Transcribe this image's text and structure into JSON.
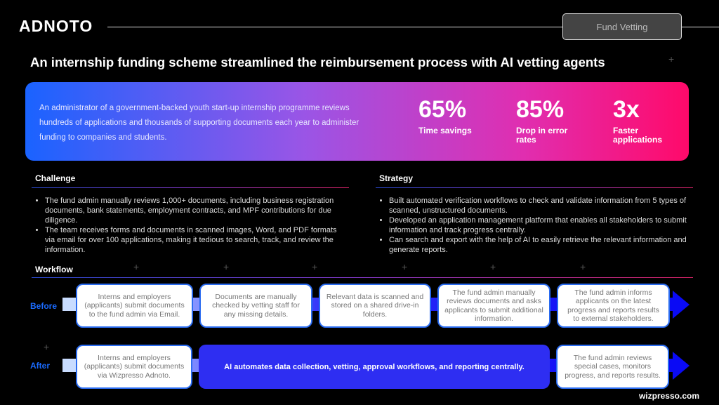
{
  "header": {
    "logo": "ADNOTO",
    "tag": "Fund Vetting"
  },
  "title": "An internship funding scheme streamlined the reimbursement process with AI vetting agents",
  "hero": {
    "description": "An administrator of a government-backed youth start-up internship programme reviews hundreds of applications and thousands of supporting documents each year to administer funding to companies and students.",
    "stats": [
      {
        "value": "65%",
        "label": "Time savings"
      },
      {
        "value": "85%",
        "label": "Drop in error rates"
      },
      {
        "value": "3x",
        "label": "Faster applications"
      }
    ]
  },
  "challenge": {
    "heading": "Challenge",
    "bullets": [
      "The fund admin manually reviews 1,000+ documents, including business registration documents, bank statements, employment contracts, and MPF contributions for due diligence.",
      "The team receives forms and documents in scanned images, Word, and PDF formats via email for over 100 applications, making it tedious to search, track, and review the information."
    ]
  },
  "strategy": {
    "heading": "Strategy",
    "bullets": [
      "Built automated verification workflows to check and validate information from 5 types of scanned, unstructured documents.",
      "Developed an application management platform that enables all stakeholders to submit information and track progress centrally.",
      "Can search and export with the help of AI to easily retrieve the relevant information and generate reports."
    ]
  },
  "workflow": {
    "heading": "Workflow",
    "before": {
      "label": "Before",
      "steps": [
        "Interns and employers (applicants) submit documents to the fund admin via Email.",
        "Documents are manually checked by vetting staff for any missing details.",
        "Relevant data is scanned and stored on a shared drive-in folders.",
        "The fund admin manually reviews documents and asks applicants to submit additional information.",
        "The fund admin informs applicants on the latest progress and reports results to external stakeholders."
      ]
    },
    "after": {
      "label": "After",
      "steps": [
        "Interns and employers (applicants) submit documents via Wizpresso Adnoto.",
        "AI automates data collection, vetting, approval workflows, and reporting centrally.",
        "The fund admin reviews special cases, monitors progress, and reports results."
      ]
    }
  },
  "footer": "wizpresso.com"
}
